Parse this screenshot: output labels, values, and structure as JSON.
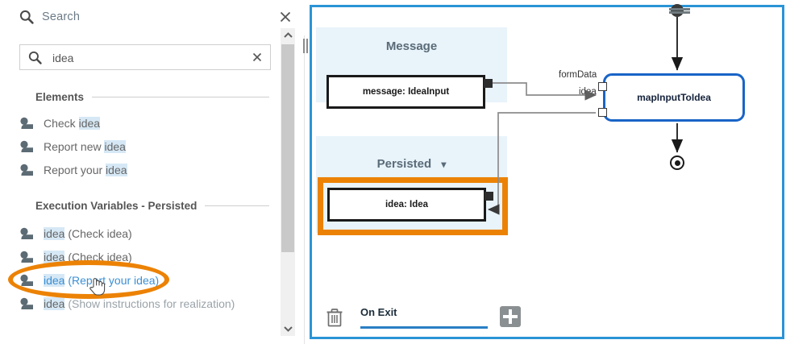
{
  "search_panel": {
    "header": {
      "title": "Search",
      "search_icon": "search-icon",
      "close_icon": "close-icon"
    },
    "input": {
      "value": "idea",
      "placeholder": "Search",
      "icon": "search-icon",
      "clear_icon": "clear-icon"
    },
    "groups": [
      {
        "label": "Elements",
        "items": [
          {
            "icon": "user-task-icon",
            "prefix": "Check ",
            "highlight": "idea",
            "suffix": "",
            "state": "normal"
          },
          {
            "icon": "user-task-icon",
            "prefix": "Report new ",
            "highlight": "idea",
            "suffix": "",
            "state": "normal"
          },
          {
            "icon": "user-task-icon",
            "prefix": "Report your ",
            "highlight": "idea",
            "suffix": "",
            "state": "normal"
          }
        ]
      },
      {
        "label": "Execution Variables - Persisted",
        "items": [
          {
            "icon": "user-task-icon",
            "prefix": "",
            "highlight": "idea",
            "suffix": " (Check idea)",
            "state": "normal"
          },
          {
            "icon": "user-task-icon",
            "prefix": "",
            "highlight": "idea",
            "suffix": " (Check idea)",
            "state": "normal"
          },
          {
            "icon": "user-task-icon",
            "prefix": "",
            "highlight": "idea",
            "suffix": " (Report your idea)",
            "state": "link"
          },
          {
            "icon": "user-task-icon",
            "prefix": "",
            "highlight": "idea",
            "suffix": " (Show instructions for realization)",
            "state": "dim"
          }
        ]
      }
    ],
    "scrollbar": {
      "up_icon": "chevron-up-icon",
      "down_icon": "chevron-down-icon"
    },
    "splitter": "vertical-splitter-handle"
  },
  "diagram_panel": {
    "grip": "horizontal-drag-grip",
    "lanes": [
      {
        "title": "Message",
        "object": "message: IdeaInput"
      },
      {
        "title": "Persisted",
        "object": "idea: Idea",
        "caret": "▾",
        "highlighted": true
      }
    ],
    "task": {
      "label": "mapInputToIdea"
    },
    "port_labels": [
      "formData",
      "idea"
    ],
    "nodes": {
      "start": "start-event",
      "end": "end-event"
    },
    "toolbar": {
      "delete_icon": "trash-icon",
      "tab_label": "On Exit",
      "add_icon": "plus-icon"
    }
  },
  "colors": {
    "accent_blue": "#2a94d6",
    "task_blue": "#1964c8",
    "highlight_orange": "#ec8205",
    "lane_bg": "#e8f3fa",
    "term_highlight": "#d6e8f5",
    "link_blue": "#3b8fd4"
  }
}
